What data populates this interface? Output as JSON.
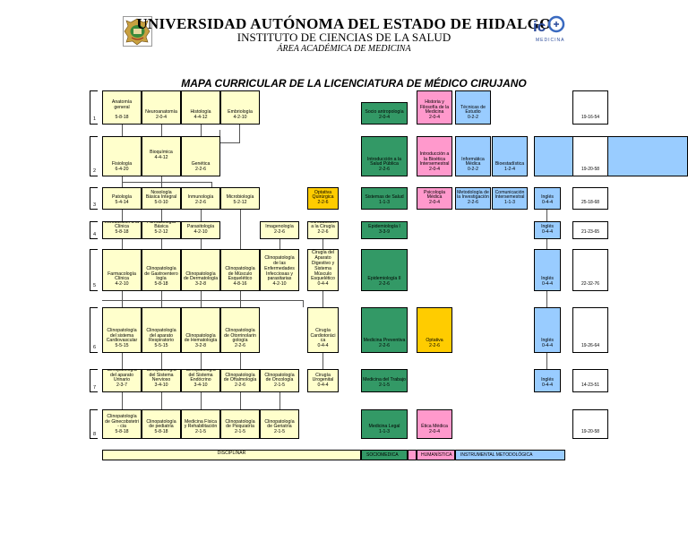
{
  "header": {
    "university": "UNIVERSIDAD AUTÓNOMA DEL ESTADO DE HIDALGO",
    "institute": "INSTITUTO DE CIENCIAS DE LA SALUD",
    "area": "ÁREA ACADÉMICA DE MEDICINA",
    "logo_right_text": "MEDICINA"
  },
  "title": "MAPA CURRICULAR DE LA LICENCIATURA DE MÉDICO CIRUJANO",
  "rows": [
    "1",
    "2",
    "3",
    "4",
    "5",
    "6",
    "7",
    "8"
  ],
  "totals": [
    "19-16-54",
    "19-20-58",
    "25-18-68",
    "21-23-65",
    "22-32-76",
    "19-26-64",
    "14-23-51",
    "19-20-58"
  ],
  "courses": {
    "anatomia": {
      "name": "Anatomía general",
      "credits": "5-8-18"
    },
    "neuroanatomia": {
      "name": "Neuroanatomía",
      "credits": "2-0-4"
    },
    "histologia": {
      "name": "Histología",
      "credits": "4-4-12"
    },
    "embriologia": {
      "name": "Embriología",
      "credits": "4-2-10"
    },
    "socioantropologia": {
      "name": "Socio antropología",
      "credits": "2-0-4"
    },
    "historia": {
      "name": "Historia y Filosofía de la Medicina",
      "credits": "2-0-4"
    },
    "tecnicas": {
      "name": "Técnicas de Estudio",
      "credits": "0-2-2"
    },
    "fisiologia": {
      "name": "Fisiología",
      "credits": "6-4-20"
    },
    "bioquimica": {
      "name": "Bioquímica",
      "credits": "4-4-12"
    },
    "genetica": {
      "name": "Genética",
      "credits": "2-2-6"
    },
    "intro_salud": {
      "name": "Introducción a la Salud Pública",
      "credits": "2-2-6"
    },
    "intro_bioetica": {
      "name": "Introducción a la Bioética Intersemestral",
      "credits": "2-0-4"
    },
    "informatica": {
      "name": "Informática Médica",
      "credits": "0-2-2"
    },
    "bioestadistica": {
      "name": "Bioestadística",
      "credits": "1-2-4"
    },
    "patologia": {
      "name": "Patología",
      "credits": "5-4-14"
    },
    "nosologia": {
      "name": "Nosología Básica Integral",
      "credits": "5-0-10"
    },
    "inmunologia": {
      "name": "Inmunología",
      "credits": "2-2-6"
    },
    "microbiologia": {
      "name": "Microbiología",
      "credits": "5-2-12"
    },
    "optativa_q": {
      "name": "Optativa Quirúrgica",
      "credits": "2-2-6"
    },
    "sistemas_salud": {
      "name": "Sistemas de Salud",
      "credits": "1-1-3"
    },
    "psicologia": {
      "name": "Psicología Médica",
      "credits": "2-0-4"
    },
    "metodologia": {
      "name": "Metodología de la Investigación",
      "credits": "2-2-6"
    },
    "comunicacion": {
      "name": "Comunicación Intersemestral",
      "credits": "1-1-3"
    },
    "ingles3": {
      "name": "Inglés",
      "credits": "0-4-4"
    },
    "intro_clinica": {
      "name": "Introducción a la Clínica",
      "credits": "5-8-18"
    },
    "farmaco_basica": {
      "name": "Farmacología Básica",
      "credits": "5-2-12"
    },
    "parasitologia": {
      "name": "Parasitología",
      "credits": "4-2-10"
    },
    "imagenologia": {
      "name": "Imagenología",
      "credits": "2-2-6"
    },
    "intro_cirugia": {
      "name": "Introducción a la Cirugía",
      "credits": "2-2-6"
    },
    "epidemiologia1": {
      "name": "Epidemiología I",
      "credits": "3-3-9"
    },
    "ingles4": {
      "name": "Inglés",
      "credits": "0-4-4"
    },
    "farmaco_clinica": {
      "name": "Farmacología Clínica",
      "credits": "4-2-10"
    },
    "gastro": {
      "name": "Clinopatología de Gastroentero logía",
      "credits": "5-8-18"
    },
    "dermato": {
      "name": "Clinopatología de Dermatología",
      "credits": "3-2-8"
    },
    "musculo": {
      "name": "Clinopatología de Músculo Esquelético",
      "credits": "4-8-16"
    },
    "infecciosas": {
      "name": "Clinopatología de las Enfermedades Infecciosas y parasitarias",
      "credits": "4-2-10"
    },
    "cirugia_aparatos": {
      "name": "Cirugía del Aparato Digestivo y Sistema Músculo Esquelético",
      "credits": "0-4-4"
    },
    "epidemiologia2": {
      "name": "Epidemiología II",
      "credits": "2-2-6"
    },
    "ingles5": {
      "name": "Inglés",
      "credits": "0-4-4"
    },
    "cardio": {
      "name": "Clinopatología del sistema Cardiovascular",
      "credits": "5-5-15"
    },
    "respiratorio": {
      "name": "Clinopatología del aparato Respiratorio",
      "credits": "5-5-15"
    },
    "hemato": {
      "name": "Clinopatología de Hematología",
      "credits": "3-2-8"
    },
    "otorrino": {
      "name": "Clinopatología de Otorrinolarin gología",
      "credits": "2-2-6"
    },
    "cirugia_cardio": {
      "name": "Cirugía Cardiotoráci ca",
      "credits": "0-4-4"
    },
    "med_preventiva": {
      "name": "Medicina Preventiva",
      "credits": "2-2-6"
    },
    "optativa": {
      "name": "Optativa",
      "credits": "2-2-6"
    },
    "ingles6": {
      "name": "Inglés",
      "credits": "0-4-4"
    },
    "urinario": {
      "name": "Clinopatología del aparato Urinario",
      "credits": "2-3-7"
    },
    "nervioso": {
      "name": "Clinopatología del Sistema Nervioso",
      "credits": "3-4-10"
    },
    "endocrino": {
      "name": "Clinopatología del Sistema Endócrino",
      "credits": "3-4-10"
    },
    "oftalmo": {
      "name": "Clinopatología de Oftalmología",
      "credits": "2-2-6"
    },
    "oncologia": {
      "name": "Clinopatología de Oncología",
      "credits": "2-1-5"
    },
    "cirugia_uro": {
      "name": "Cirugía Urogenital",
      "credits": "0-4-4"
    },
    "med_trabajo": {
      "name": "Medicina del Trabajo",
      "credits": "2-1-5"
    },
    "ingles7": {
      "name": "Inglés",
      "credits": "0-4-4"
    },
    "gineco": {
      "name": "Clinopatología de Ginecobstetri - cia",
      "credits": "5-8-18"
    },
    "pediatria": {
      "name": "Clinopatología de pediatría",
      "credits": "5-8-18"
    },
    "rehab": {
      "name": "Medicina Física y Rehabilitación",
      "credits": "2-1-5"
    },
    "psiquiatria": {
      "name": "Clinopatología de Psiquiatría",
      "credits": "2-1-5"
    },
    "geriatria": {
      "name": "Clinopatología de Geriatría",
      "credits": "2-1-5"
    },
    "med_legal": {
      "name": "Medicina Legal",
      "credits": "1-1-3"
    },
    "etica": {
      "name": "Ética Médica",
      "credits": "2-0-4"
    }
  },
  "legend": {
    "disciplinar": "DISCIPLINAR",
    "sociomedica": "SOCIOMEDICA",
    "humanistica": "HUMANÍSTICA",
    "instrumental": "INSTRUMENTAL METODOLÓGICA"
  },
  "colors": {
    "disciplinar": "#ffffcc",
    "optativa": "#ffcc00",
    "sociomedica": "#339966",
    "humanistica": "#ff99cc",
    "instrumental": "#99ccff"
  }
}
